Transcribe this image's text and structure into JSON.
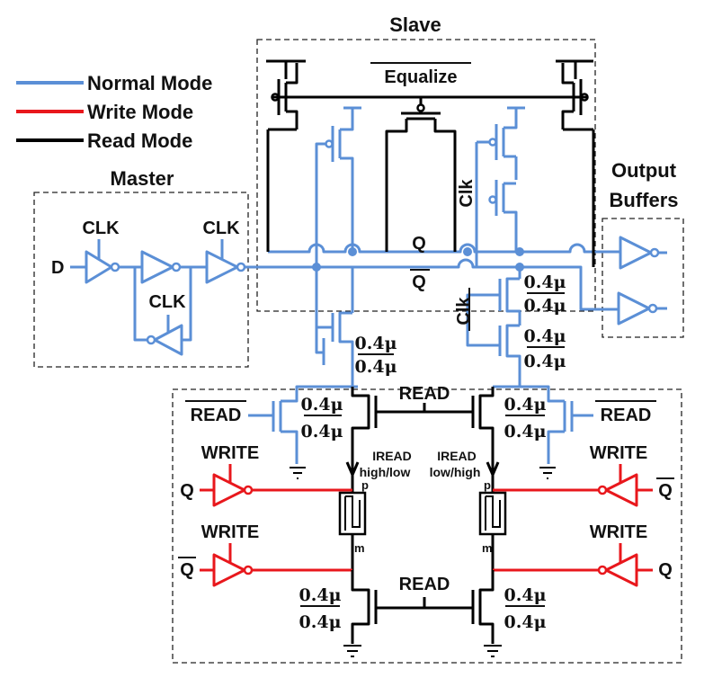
{
  "blocks": {
    "slave": "Slave",
    "master": "Master",
    "output_buffers_1": "Output",
    "output_buffers_2": "Buffers"
  },
  "legend": {
    "normal": "Normal Mode",
    "write": "Write Mode",
    "read": "Read Mode"
  },
  "colors": {
    "normal": "#5b8fd6",
    "write": "#e8171c",
    "read": "#000000"
  },
  "signals": {
    "equalize": "Equalize",
    "clk": "CLK",
    "clk_small": "Clk",
    "d": "D",
    "q": "Q",
    "qbar": "Q",
    "read": "READ",
    "read_bar": "READ",
    "write": "WRITE",
    "iread": "IREAD",
    "high_low": "high/low",
    "low_high": "low/high",
    "p": "p",
    "m": "m"
  },
  "sizing": {
    "num": "0.4μ",
    "den": "0.4μ"
  }
}
